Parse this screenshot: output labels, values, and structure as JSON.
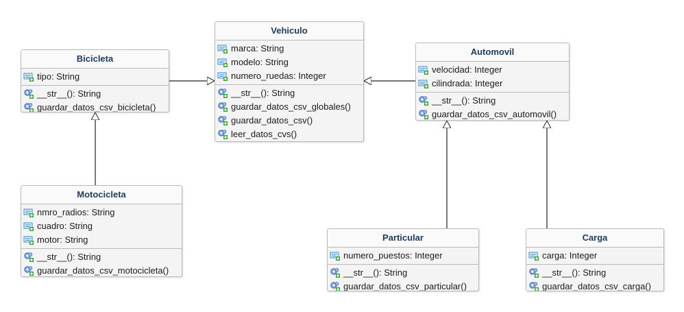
{
  "classes": {
    "vehiculo": {
      "name": "Vehiculo",
      "attributes": [
        "marca: String",
        "modelo: String",
        "numero_ruedas: Integer"
      ],
      "methods": [
        "__str__(): String",
        "guardar_datos_csv_globales()",
        "guardar_datos_csv()",
        "leer_datos_cvs()"
      ]
    },
    "bicicleta": {
      "name": "Bicicleta",
      "attributes": [
        "tipo: String"
      ],
      "methods": [
        "__str__(): String",
        "guardar_datos_csv_bicicleta()"
      ]
    },
    "automovil": {
      "name": "Automovil",
      "attributes": [
        "velocidad: Integer",
        "cilindrada: Integer"
      ],
      "methods": [
        "__str__(): String",
        "guardar_datos_csv_automovil()"
      ]
    },
    "motocicleta": {
      "name": "Motocicleta",
      "attributes": [
        "nmro_radios: String",
        "cuadro: String",
        "motor: String"
      ],
      "methods": [
        "__str__(): String",
        "guardar_datos_csv_motocicleta()"
      ]
    },
    "particular": {
      "name": "Particular",
      "attributes": [
        "numero_puestos: Integer"
      ],
      "methods": [
        "__str__(): String",
        "guardar_datos_csv_particular()"
      ]
    },
    "carga": {
      "name": "Carga",
      "attributes": [
        "carga: Integer"
      ],
      "methods": [
        "__str__(): String",
        "guardar_datos_csv_carga()"
      ]
    }
  },
  "colors": {
    "title": "#1f3a5f",
    "attribute_icon": "#3a8fc8",
    "method_icon": "#3f6fb5",
    "plus": "#3aa53a"
  },
  "icons": {
    "attribute": "attribute-icon",
    "method": "method-icon"
  }
}
